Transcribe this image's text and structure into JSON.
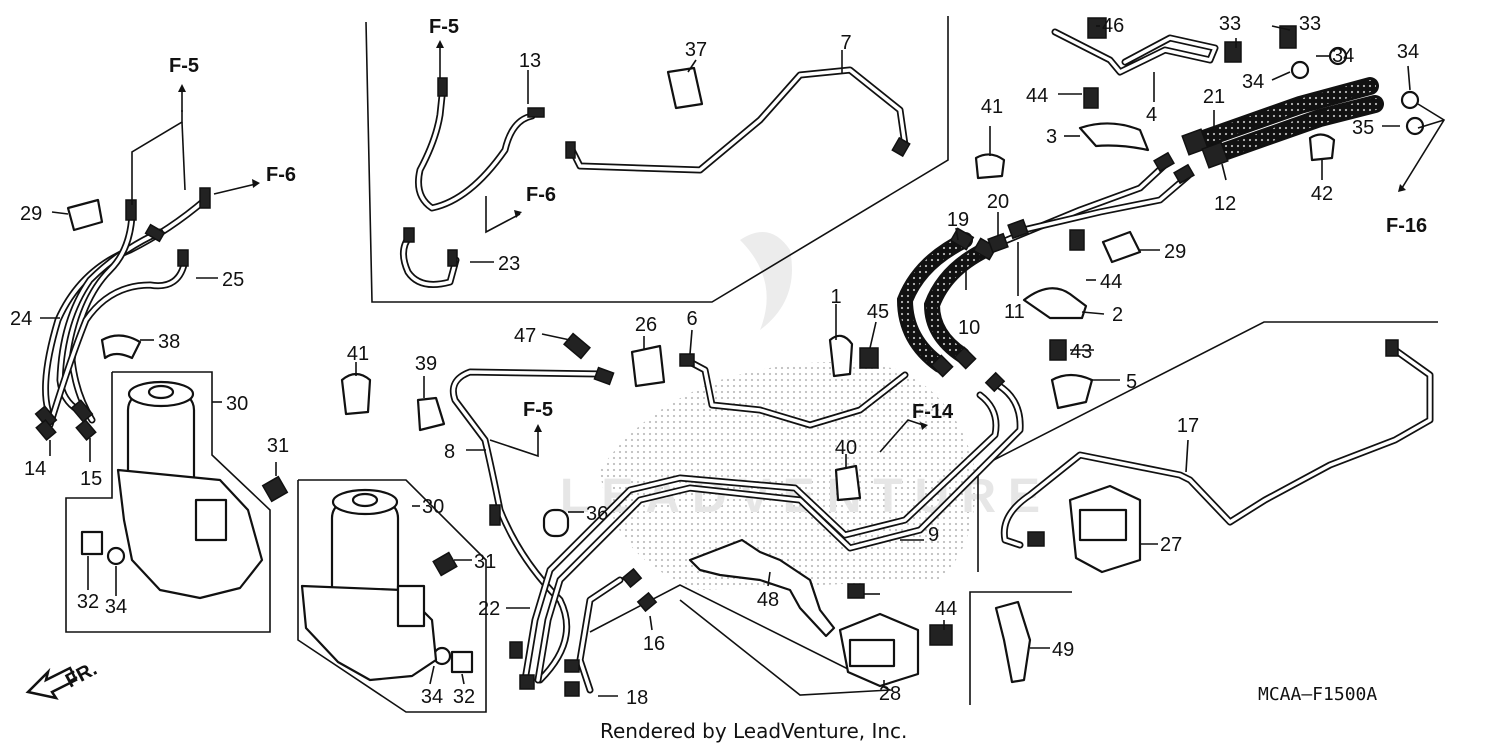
{
  "parts": [
    {
      "id": "p1",
      "text": "1"
    },
    {
      "id": "p2",
      "text": "2"
    },
    {
      "id": "p3",
      "text": "3"
    },
    {
      "id": "p4",
      "text": "4"
    },
    {
      "id": "p5",
      "text": "5"
    },
    {
      "id": "p6",
      "text": "6"
    },
    {
      "id": "p7",
      "text": "7"
    },
    {
      "id": "p8",
      "text": "8"
    },
    {
      "id": "p9",
      "text": "9"
    },
    {
      "id": "p10",
      "text": "10"
    },
    {
      "id": "p11",
      "text": "11"
    },
    {
      "id": "p12",
      "text": "12"
    },
    {
      "id": "p13",
      "text": "13"
    },
    {
      "id": "p14",
      "text": "14"
    },
    {
      "id": "p15",
      "text": "15"
    },
    {
      "id": "p16",
      "text": "16"
    },
    {
      "id": "p17",
      "text": "17"
    },
    {
      "id": "p18",
      "text": "18"
    },
    {
      "id": "p19",
      "text": "19"
    },
    {
      "id": "p20",
      "text": "20"
    },
    {
      "id": "p21",
      "text": "21"
    },
    {
      "id": "p22",
      "text": "22"
    },
    {
      "id": "p23",
      "text": "23"
    },
    {
      "id": "p24",
      "text": "24"
    },
    {
      "id": "p25",
      "text": "25"
    },
    {
      "id": "p26",
      "text": "26"
    },
    {
      "id": "p27",
      "text": "27"
    },
    {
      "id": "p28",
      "text": "28"
    },
    {
      "id": "p29a",
      "text": "29"
    },
    {
      "id": "p29b",
      "text": "29"
    },
    {
      "id": "p30a",
      "text": "30"
    },
    {
      "id": "p30b",
      "text": "30"
    },
    {
      "id": "p31a",
      "text": "31"
    },
    {
      "id": "p31b",
      "text": "31"
    },
    {
      "id": "p32a",
      "text": "32"
    },
    {
      "id": "p32b",
      "text": "32"
    },
    {
      "id": "p33a",
      "text": "33"
    },
    {
      "id": "p33b",
      "text": "33"
    },
    {
      "id": "p34a",
      "text": "34"
    },
    {
      "id": "p34b",
      "text": "34"
    },
    {
      "id": "p34c",
      "text": "34"
    },
    {
      "id": "p34d",
      "text": "34"
    },
    {
      "id": "p34e",
      "text": "34"
    },
    {
      "id": "p35",
      "text": "35"
    },
    {
      "id": "p36",
      "text": "36"
    },
    {
      "id": "p37",
      "text": "37"
    },
    {
      "id": "p38",
      "text": "38"
    },
    {
      "id": "p39",
      "text": "39"
    },
    {
      "id": "p40",
      "text": "40"
    },
    {
      "id": "p41a",
      "text": "41"
    },
    {
      "id": "p41b",
      "text": "41"
    },
    {
      "id": "p42",
      "text": "42"
    },
    {
      "id": "p43",
      "text": "43"
    },
    {
      "id": "p44a",
      "text": "44"
    },
    {
      "id": "p44b",
      "text": "44"
    },
    {
      "id": "p44c",
      "text": "44"
    },
    {
      "id": "p45",
      "text": "45"
    },
    {
      "id": "p46",
      "text": "46"
    },
    {
      "id": "p47",
      "text": "47"
    },
    {
      "id": "p48",
      "text": "48"
    },
    {
      "id": "p49",
      "text": "49"
    }
  ],
  "refs": [
    {
      "id": "r1",
      "text": "F-5"
    },
    {
      "id": "r2",
      "text": "F-5"
    },
    {
      "id": "r3",
      "text": "F-5"
    },
    {
      "id": "r4",
      "text": "F-6"
    },
    {
      "id": "r5",
      "text": "F-6"
    },
    {
      "id": "r6",
      "text": "F-14"
    },
    {
      "id": "r7",
      "text": "F-16"
    }
  ],
  "direction_label": "FR.",
  "diagram_code": "MCAA—F1500A",
  "credit": "Rendered by LeadVenture, Inc.",
  "watermark": "LEADVENTURE",
  "colors": {
    "ink": "#111111",
    "paper": "#ffffff",
    "watermark": "#e6e6e6"
  }
}
